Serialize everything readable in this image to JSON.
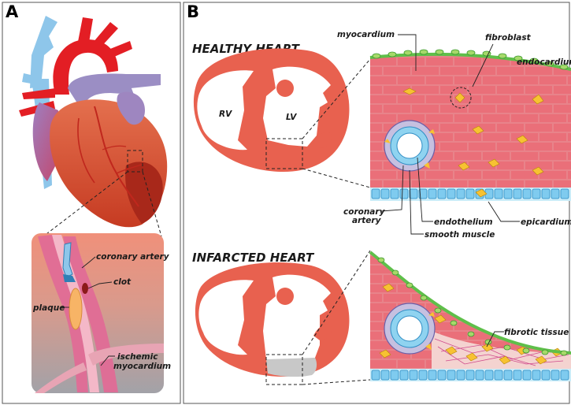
{
  "panels": {
    "a": {
      "letter": "A",
      "labels": {
        "coronary_artery": "coronary artery",
        "clot": "clot",
        "plaque": "plaque",
        "ischemic_1": "ischemic",
        "ischemic_2": "myocardium"
      }
    },
    "b": {
      "letter": "B",
      "healthy": {
        "title": "HEALTHY HEART",
        "rv": "RV",
        "lv": "LV",
        "myocardium": "myocardium",
        "fibroblast": "fibroblast",
        "endocardium": "endocardium",
        "coronary_1": "coronary",
        "coronary_2": "artery",
        "endothelium": "endothelium",
        "smooth_muscle": "smooth muscle",
        "epicardium": "epicardium"
      },
      "infarcted": {
        "title": "INFARCTED HEART",
        "fibrotic_tissue": "fibrotic tissue"
      }
    }
  },
  "colors": {
    "myocardium": "#e8614f",
    "brick_mortar": "#f2b8b4",
    "endocardium_cells": "#a6d96a",
    "epicardium_cells": "#8fd3f0",
    "vessel_red": "#e31e24",
    "vessel_blue": "#8ec6ea",
    "vein_purple": "#9b8ec4",
    "fibroblast": "#f7c232",
    "scar": "#c8c8c8"
  }
}
